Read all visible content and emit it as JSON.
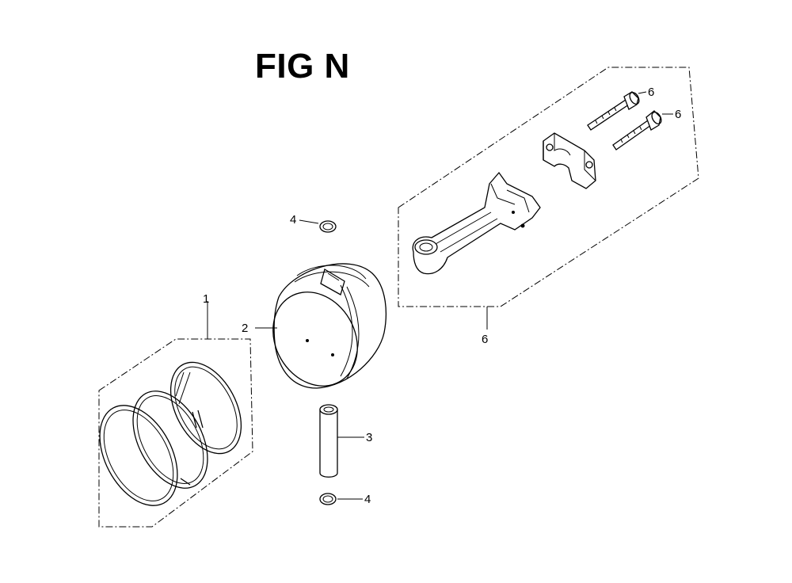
{
  "figure": {
    "title": "FIG N"
  },
  "callouts": {
    "piston_ring_set": "1",
    "piston": "2",
    "piston_pin": "3",
    "pin_clip_top": "4",
    "pin_clip_bottom": "4",
    "connecting_rod_assy": "6",
    "rod_bolt_top": "6",
    "rod_bolt_bottom": "6"
  }
}
